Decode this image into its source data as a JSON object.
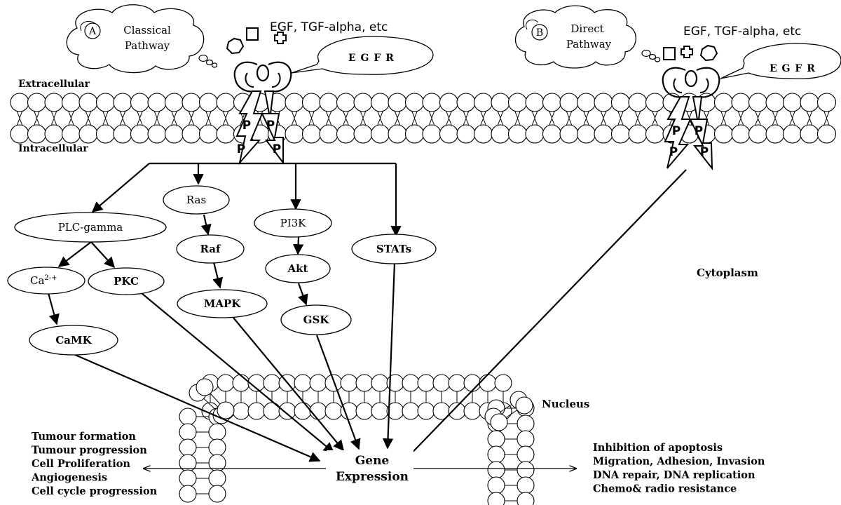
{
  "pathways": {
    "a": {
      "letter": "A",
      "line1": "Classical",
      "line2": "Pathway",
      "ligands": "EGF, TGF-alpha, etc",
      "receptor": "E G F R"
    },
    "b": {
      "letter": "B",
      "line1": "Direct",
      "line2": "Pathway",
      "ligands": "EGF, TGF-alpha, etc",
      "receptor": "E G F R"
    }
  },
  "membrane": {
    "extracellular": "Extracellular",
    "intracellular": "Intracellular"
  },
  "phospho": "P",
  "nodes": {
    "plc_gamma": "PLC-gamma",
    "ras": "Ras",
    "pi3k": "PI3K",
    "stats": "STATs",
    "ca": "Ca",
    "ca_sup": "2-+",
    "pkc": "PKC",
    "raf": "Raf",
    "akt": "Akt",
    "mapk": "MAPK",
    "gsk": "GSK",
    "camk": "CaMK"
  },
  "regions": {
    "cytoplasm": "Cytoplasm",
    "nucleus": "Nucleus"
  },
  "gene_expression": {
    "line1": "Gene",
    "line2": "Expression"
  },
  "outcomes_left": [
    "Tumour formation",
    "Tumour progression",
    "Cell Proliferation",
    "Angiogenesis",
    "Cell cycle progression"
  ],
  "outcomes_right": [
    "Inhibition of apoptosis",
    "Migration, Adhesion, Invasion",
    "DNA repair, DNA replication",
    "Chemo& radio resistance"
  ]
}
